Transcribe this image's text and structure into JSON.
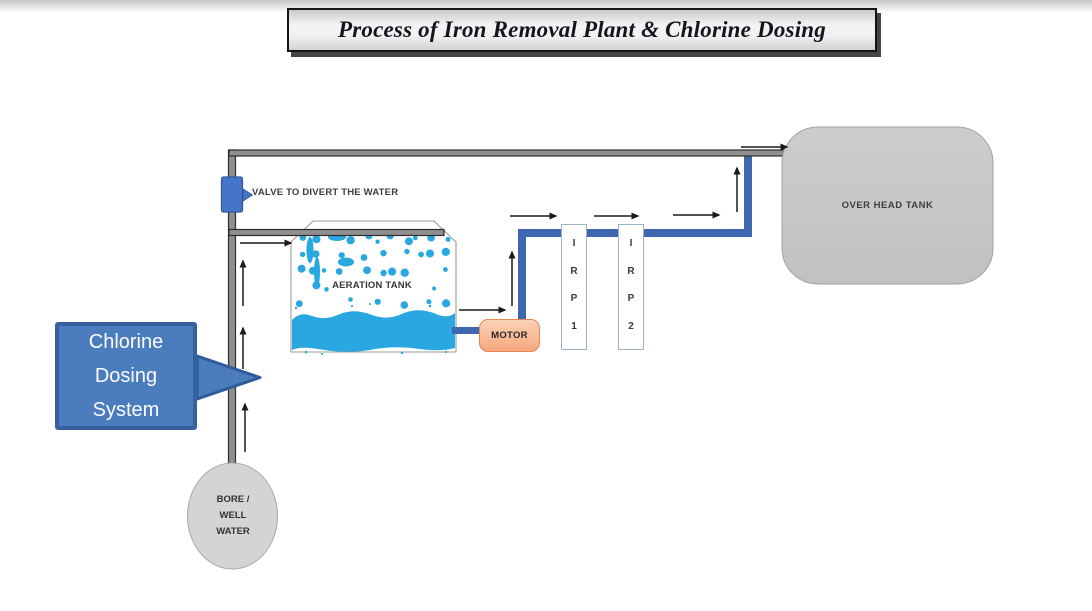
{
  "title": "Process of Iron Removal Plant & Chlorine Dosing",
  "labels": {
    "valve_note": "VALVE TO DIVERT THE WATER",
    "aeration_tank": "AERATION TANK",
    "motor": "MOTOR",
    "irp1": [
      "I",
      "R",
      "P",
      "1"
    ],
    "irp2": [
      "I",
      "R",
      "P",
      "2"
    ],
    "overhead_tank": "OVER HEAD TANK"
  },
  "chlorine_callout": {
    "lines": [
      "Chlorine",
      "Dosing",
      "System"
    ]
  },
  "bore_well": {
    "lines": [
      "BORE /",
      "WELL",
      "WATER"
    ]
  },
  "colors": {
    "pipe_gray": "#8f8f8f",
    "pipe_outline": "#2e2e2e",
    "pipe_blue": "#3d68af",
    "valve_blue": "#4575c8",
    "callout_fill": "#4a7cbe",
    "callout_border": "#35629e",
    "motor_fill": "#f5a87d",
    "motor_border": "#e8845a",
    "water_blue": "#29a7e0",
    "tank_gray": "#c7c7c7",
    "arrow_black": "#1b1b1b",
    "title_text": "#14141f"
  }
}
